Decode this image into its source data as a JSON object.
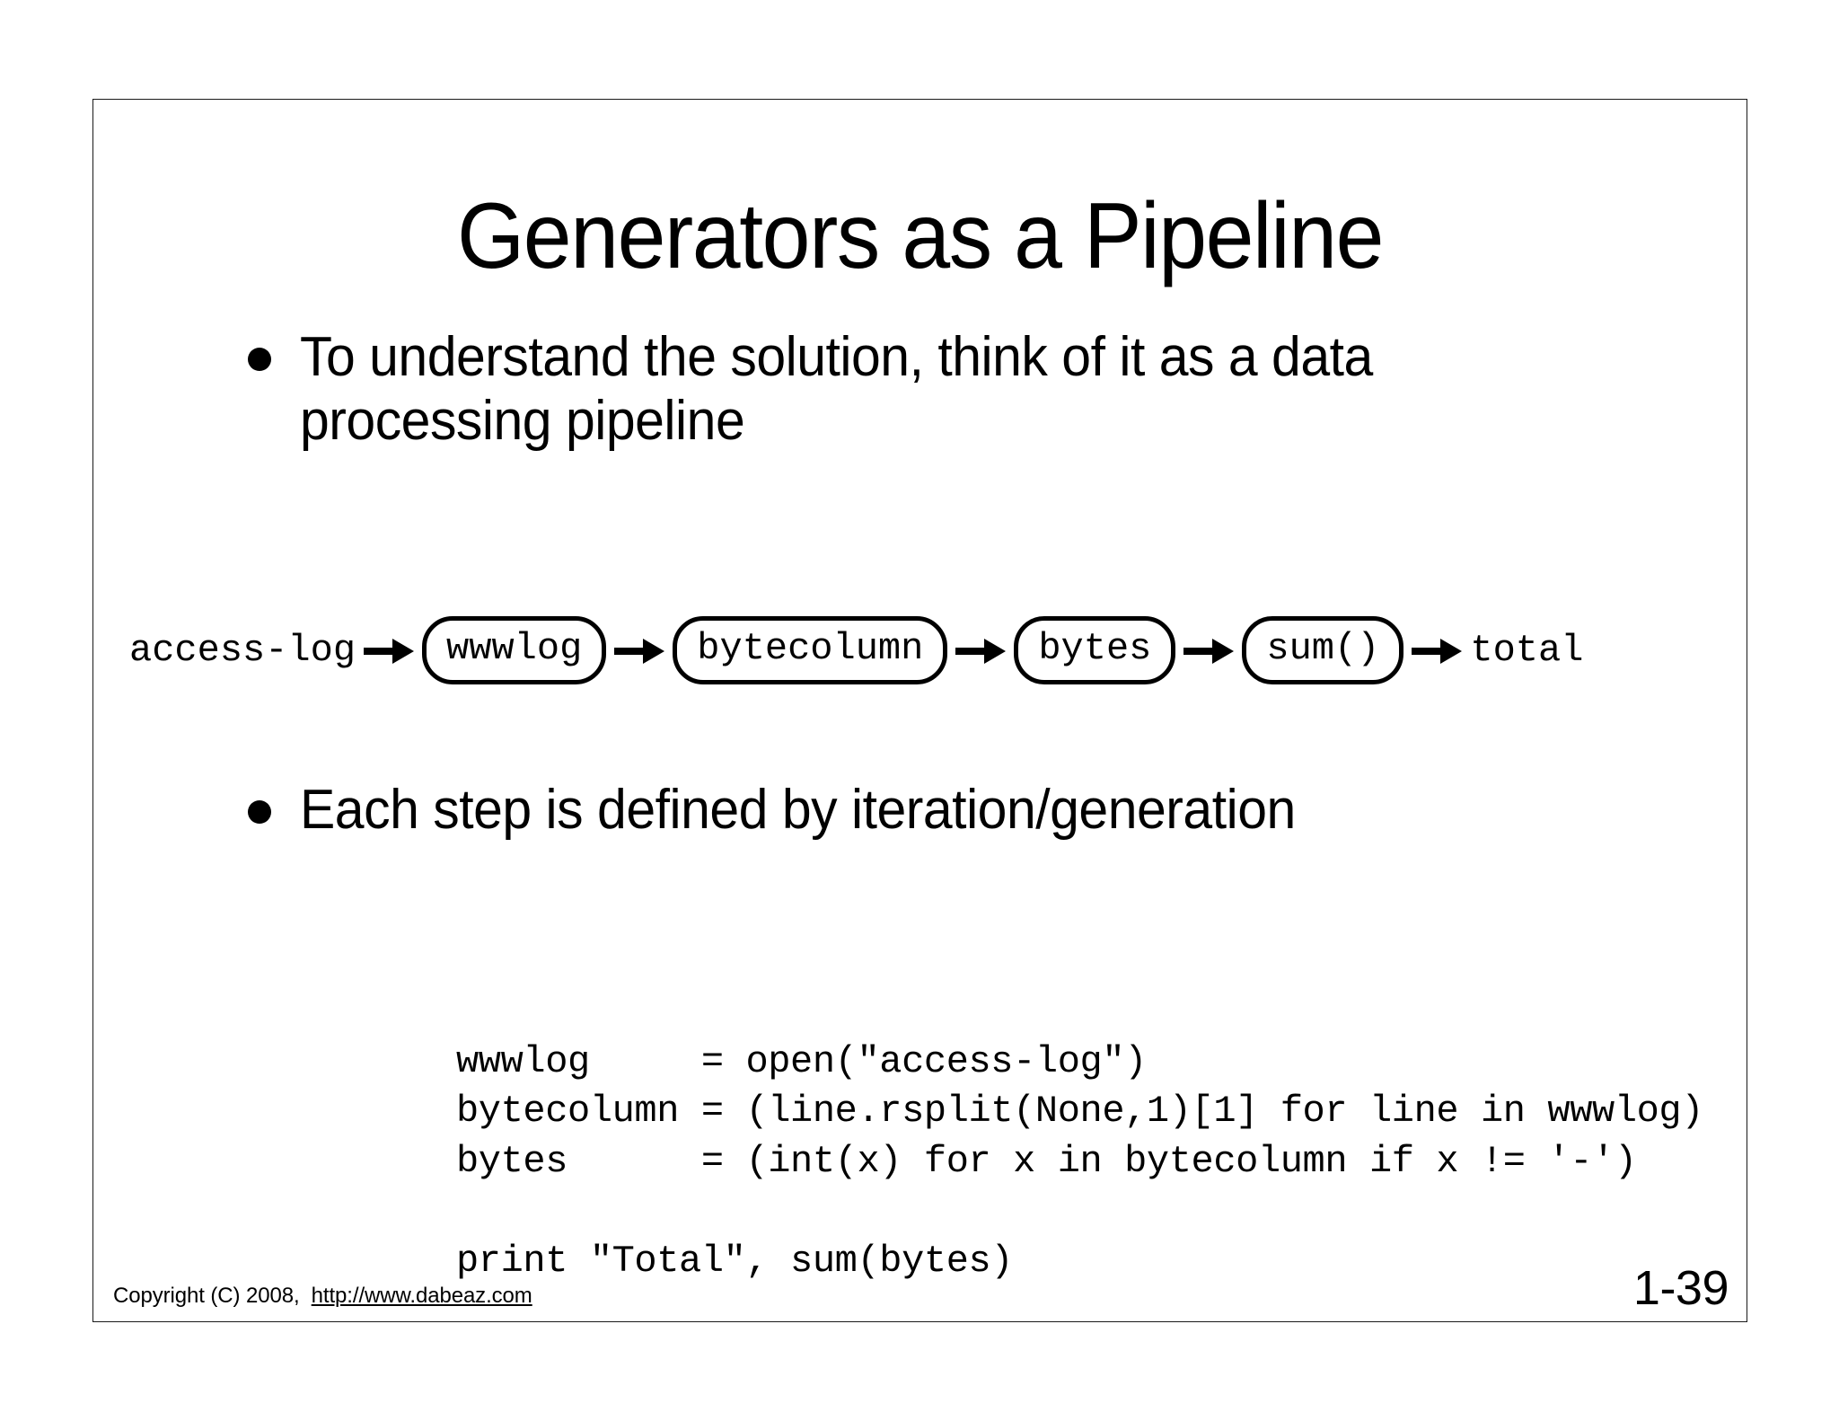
{
  "slide": {
    "title": "Generators as a Pipeline",
    "bullets": [
      "To understand the solution, think of it as a data processing pipeline",
      "Each step is defined by iteration/generation"
    ],
    "pipeline": {
      "source_label": "access-log",
      "sink_label": "total",
      "stages": [
        "wwwlog",
        "bytecolumn",
        "bytes",
        "sum()"
      ],
      "arrow_glyph": "arrow-right-icon"
    },
    "code": "wwwlog     = open(\"access-log\")\nbytecolumn = (line.rsplit(None,1)[1] for line in wwwlog)\nbytes      = (int(x) for x in bytecolumn if x != '-')\n\nprint \"Total\", sum(bytes)",
    "footer": {
      "copyright": "Copyright (C) 2008,",
      "url": "http://www.dabeaz.com",
      "page_number": "1-39"
    },
    "colors": {
      "text": "#000000",
      "background": "#ffffff",
      "border": "#1a1a1a"
    }
  }
}
